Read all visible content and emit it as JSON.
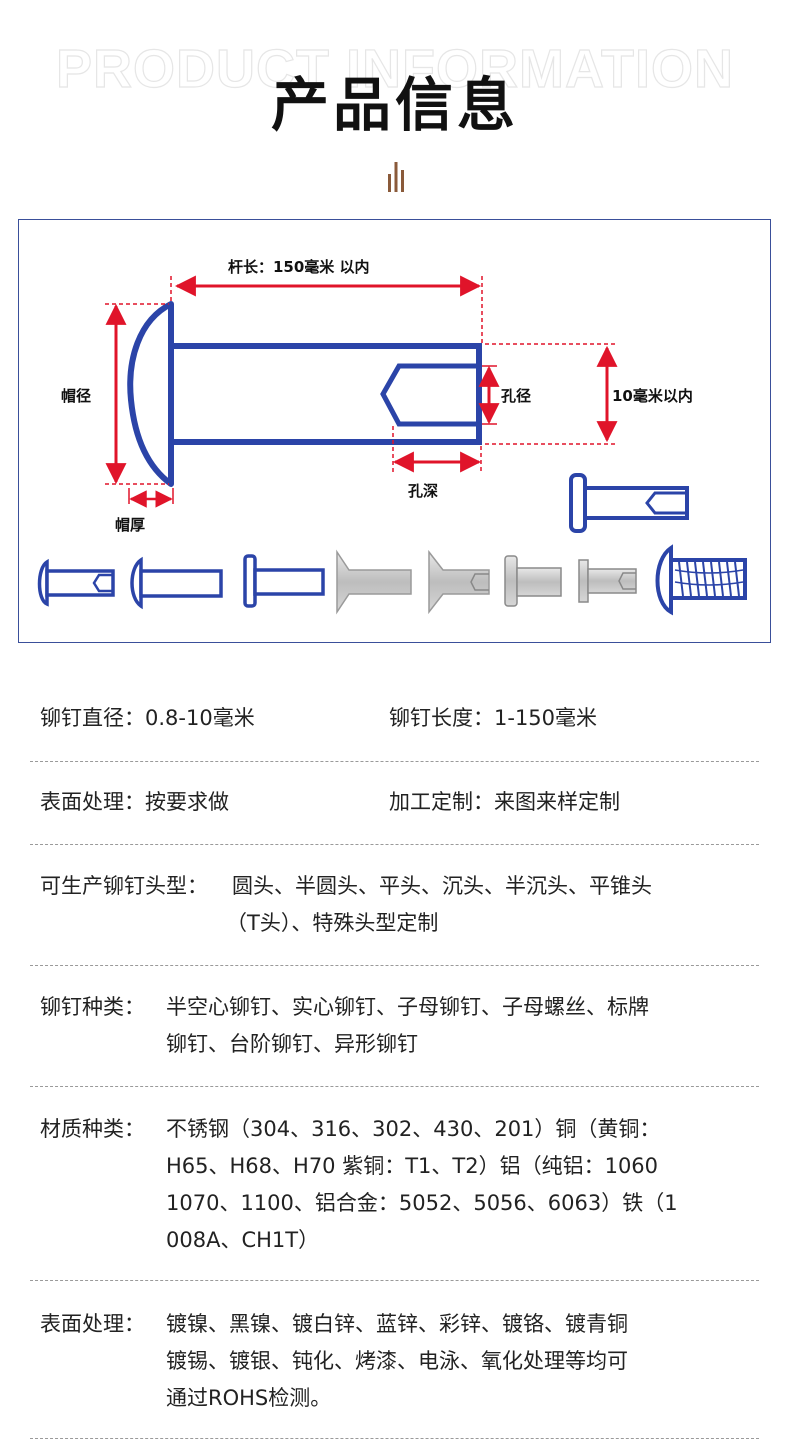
{
  "header": {
    "bg_text": "PRODUCT INFORMATION",
    "title": "产品信息",
    "accent_color": "#8a5a3a"
  },
  "diagram": {
    "labels": {
      "shank_length": "杆长：150毫米 以内",
      "head_diameter": "帽径",
      "hole_diameter": "孔径",
      "shank_diameter": "10毫米以内",
      "hole_depth": "孔深",
      "head_thickness": "帽厚"
    },
    "line_color": "#2b44a8",
    "dim_color": "#e0142a"
  },
  "specs": {
    "row1": {
      "left": "铆钉直径：0.8-10毫米",
      "right": "铆钉长度：1-150毫米"
    },
    "row2": {
      "left": "表面处理：按要求做",
      "right": "加工定制：来图来样定制"
    },
    "row3": {
      "label": "可生产铆钉头型：",
      "line1": "圆头、半圆头、平头、沉头、半沉头、平锥头",
      "line2": "（T头）、特殊头型定制"
    },
    "row4": {
      "label": "铆钉种类：",
      "line1": "半空心铆钉、实心铆钉、子母铆钉、子母螺丝、标牌",
      "line2": "铆钉、台阶铆钉、异形铆钉"
    },
    "row5": {
      "label": "材质种类：",
      "line1": "不锈钢（304、316、302、430、201）铜（黄铜：",
      "line2": "H65、H68、H70 紫铜：T1、T2）铝（纯铝：1060",
      "line3": "1070、1100、铝合金：5052、5056、6063）铁（1",
      "line4": "008A、CH1T）"
    },
    "row6": {
      "label": "表面处理：",
      "line1": "镀镍、黑镍、镀白锌、蓝锌、彩锌、镀铬、镀青铜",
      "line2": "镀锡、镀银、钝化、烤漆、电泳、氧化处理等均可",
      "line3": "通过ROHS检测。"
    }
  }
}
